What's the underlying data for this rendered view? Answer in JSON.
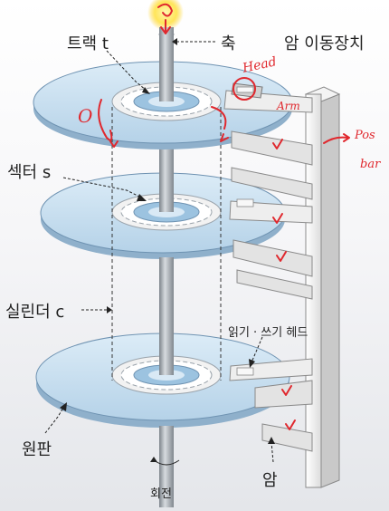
{
  "labels": {
    "track": "트랙 t",
    "axis": "축",
    "arm_mover": "암 이동장치",
    "sector": "섹터 s",
    "cylinder": "실린더 c",
    "rw_head": "읽기 · 쓰기 헤드",
    "platter": "원판",
    "arm": "암",
    "rotation": "회전"
  },
  "handwriting": {
    "head": "Head",
    "arm": "Arm",
    "pos1": "Pos",
    "pos2": "bar",
    "o_mark": "O"
  },
  "colors": {
    "platter": "#c7dff0",
    "platter_edge": "#8fb0cb",
    "shaft": "#9ea4aa",
    "arm": "#e2e2e2",
    "annotation_red": "#e0282e",
    "highlight": "#ffe55a"
  }
}
